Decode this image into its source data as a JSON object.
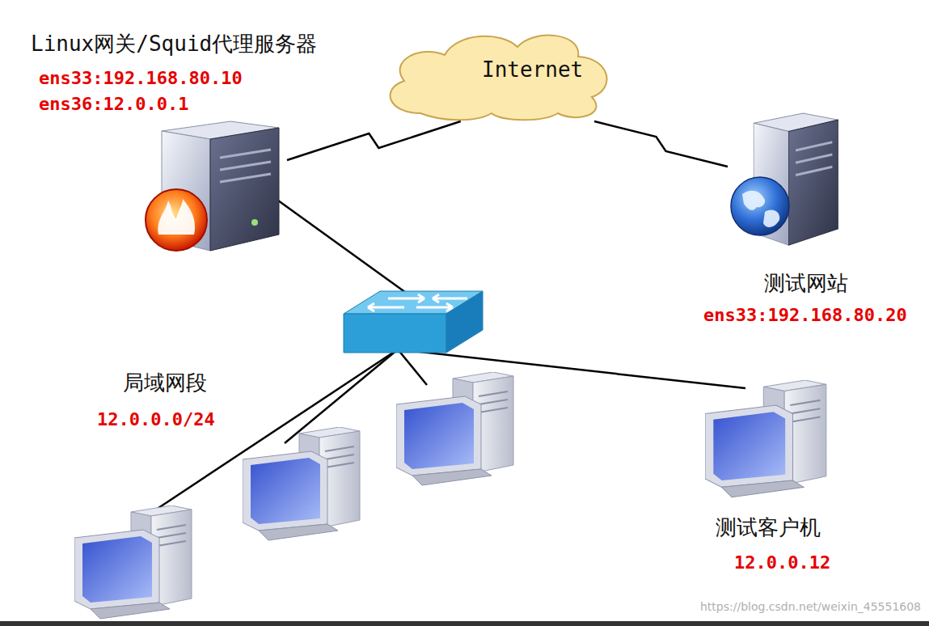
{
  "diagram": {
    "nodes": [
      {
        "text": [
          "Linux网关/Squid代理服务器",
          "ens33:192.168.80.10",
          "ens36:12.0.0.1"
        ]
      },
      {
        "text": [
          "Internet"
        ]
      },
      {
        "text": [
          "测试网站",
          "ens33:192.168.80.20"
        ]
      },
      {
        "text": [
          "测试客户机",
          "12.0.0.12"
        ]
      }
    ],
    "edges": [
      {
        "from": 0,
        "to": 1,
        "arrow": "none"
      },
      {
        "from": 1,
        "to": 2,
        "arrow": "none"
      }
    ],
    "labels": [
      "局域网段",
      "12.0.0.0/24",
      "https://blog.csdn.net/weixin_45551608"
    ]
  }
}
